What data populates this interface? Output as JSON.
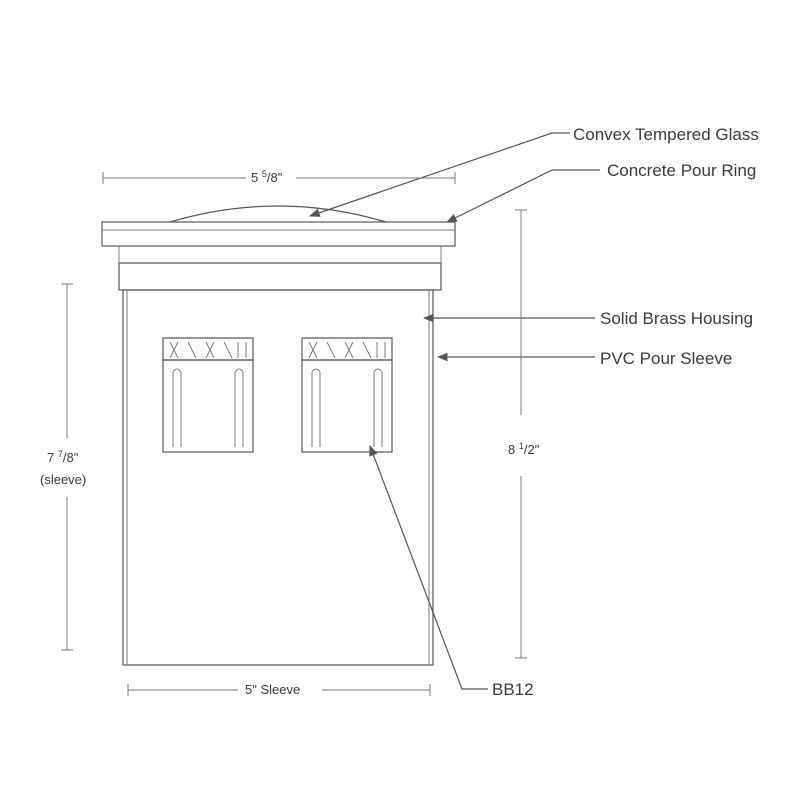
{
  "callouts": {
    "glass": "Convex Tempered Glass",
    "pour_ring": "Concrete Pour Ring",
    "housing": "Solid Brass Housing",
    "sleeve": "PVC Pour Sleeve",
    "model": "BB12"
  },
  "dimensions": {
    "top_width": {
      "whole": "5 ",
      "num": "5",
      "den": "8\""
    },
    "sleeve_height": {
      "whole": "7 ",
      "num": "7",
      "den": "8\"",
      "note": "(sleeve)"
    },
    "total_height": {
      "whole": "8 ",
      "num": "1",
      "den": "2\""
    },
    "sleeve_width": "5\" Sleeve"
  }
}
